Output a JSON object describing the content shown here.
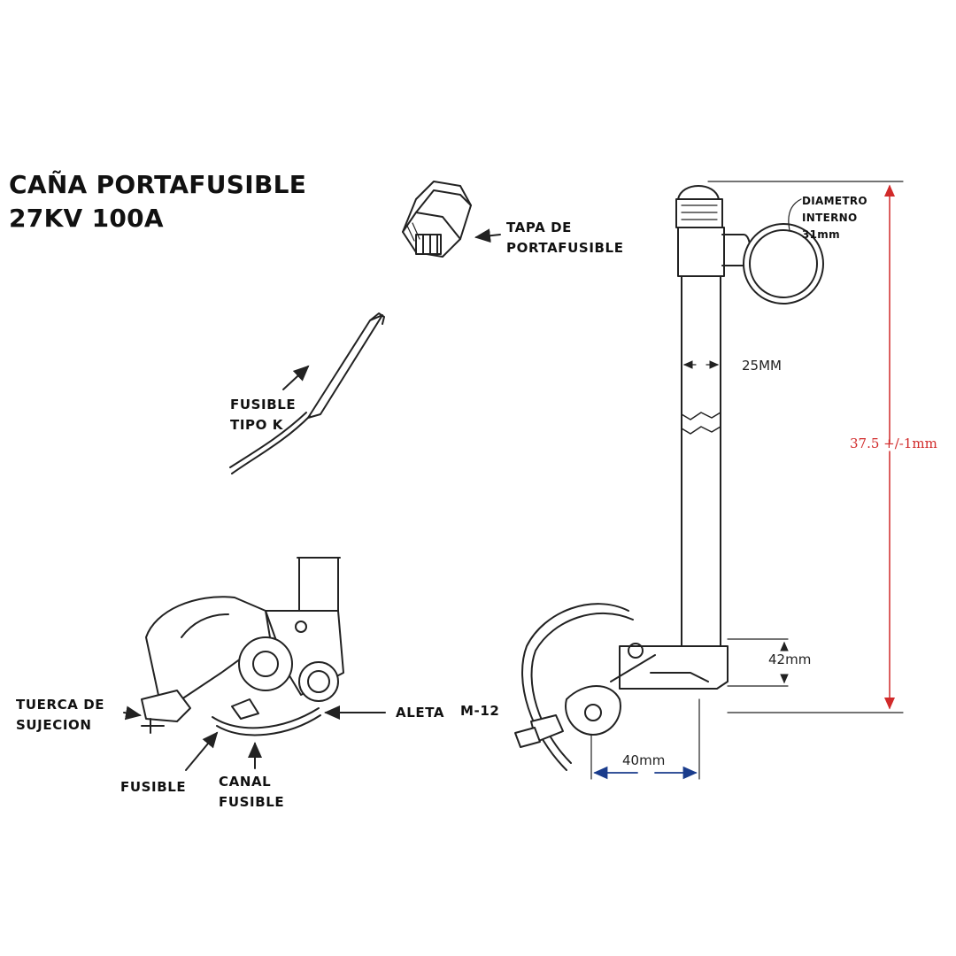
{
  "title": {
    "line1": "CAÑA PORTAFUSIBLE",
    "line2": "27KV 100A"
  },
  "labels": {
    "cap_line1": "TAPA DE",
    "cap_line2": "PORTAFUSIBLE",
    "fuse_line1": "FUSIBLE",
    "fuse_line2": "TIPO K",
    "nut_line1": "TUERCA DE",
    "nut_line2": "SUJECION",
    "fusible": "FUSIBLE",
    "canal_line1": "CANAL",
    "canal_line2": "FUSIBLE",
    "aleta": "ALETA",
    "m12": "M-12",
    "diam_line1": "DIAMETRO",
    "diam_line2": "INTERNO",
    "diam_line3": "31mm"
  },
  "dimensions": {
    "tube": "25MM",
    "height": "37.5 +/-1mm",
    "bracket": "42mm",
    "offset": "40mm"
  },
  "colors": {
    "line": "#222222",
    "dimension_red": "#d12a2a",
    "arrow_blue": "#1a3c8c"
  }
}
